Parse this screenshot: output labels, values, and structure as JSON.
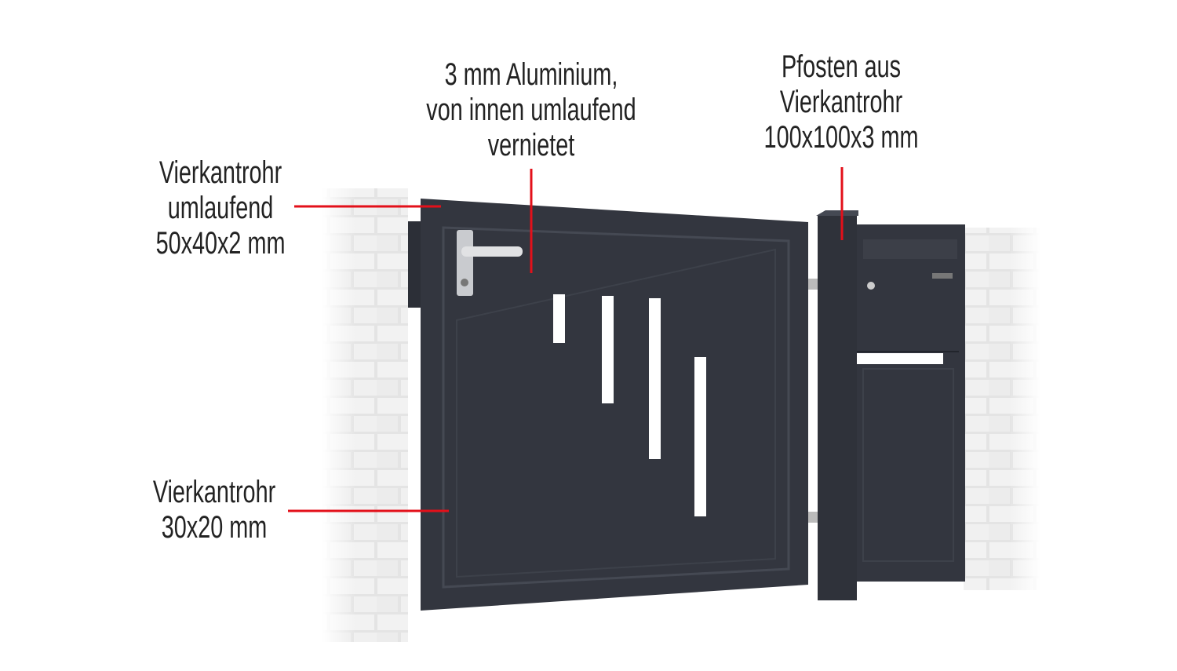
{
  "colors": {
    "gate": "#33363f",
    "gate_edge": "#454953",
    "callout": "#e3101a",
    "brick": "#d9d9d9"
  },
  "labels": {
    "panel": [
      "3 mm Aluminium,",
      "von innen umlaufend",
      "vernietet"
    ],
    "post": [
      "Pfosten aus",
      "Vierkantrohr",
      "100x100x3 mm"
    ],
    "frame": [
      "Vierkantrohr",
      "umlaufend",
      "50x40x2 mm"
    ],
    "inner_frame": [
      "Vierkantrohr",
      "30x20 mm"
    ]
  }
}
